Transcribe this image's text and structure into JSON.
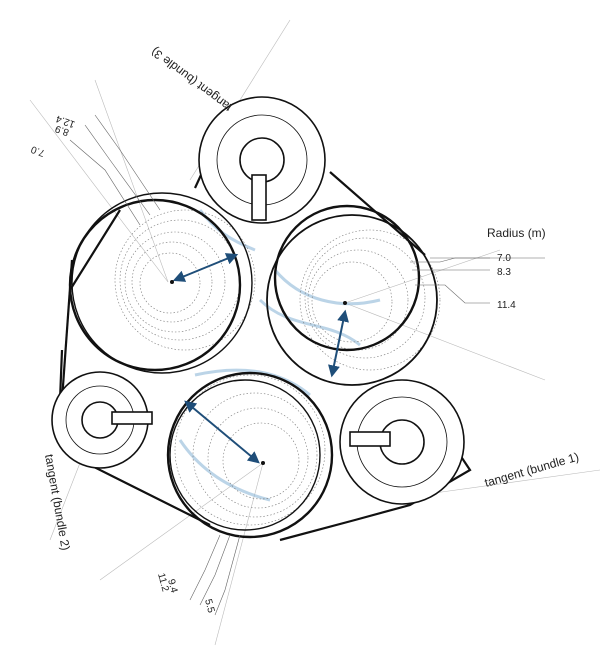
{
  "labels": {
    "radius_title": "Radius (m)",
    "r_7": "7.0",
    "r_8": "8.3",
    "r_11": "11.4",
    "tangent_1": "tangent (bundle 1)",
    "tangent_2": "tangent (bundle 2)",
    "tangent_3": "tangent (bundle 3)",
    "upper_left_70": "7.0",
    "upper_left_89": "8.9",
    "upper_left_124": "12.4",
    "bottom_55": "5.5",
    "bottom_94": "9.4",
    "bottom_112": "11.2"
  },
  "colors": {
    "ink": "#111111",
    "arrow": "#1f4e79",
    "blue_trace": "#8fb8d8",
    "dotted": "#777777"
  }
}
